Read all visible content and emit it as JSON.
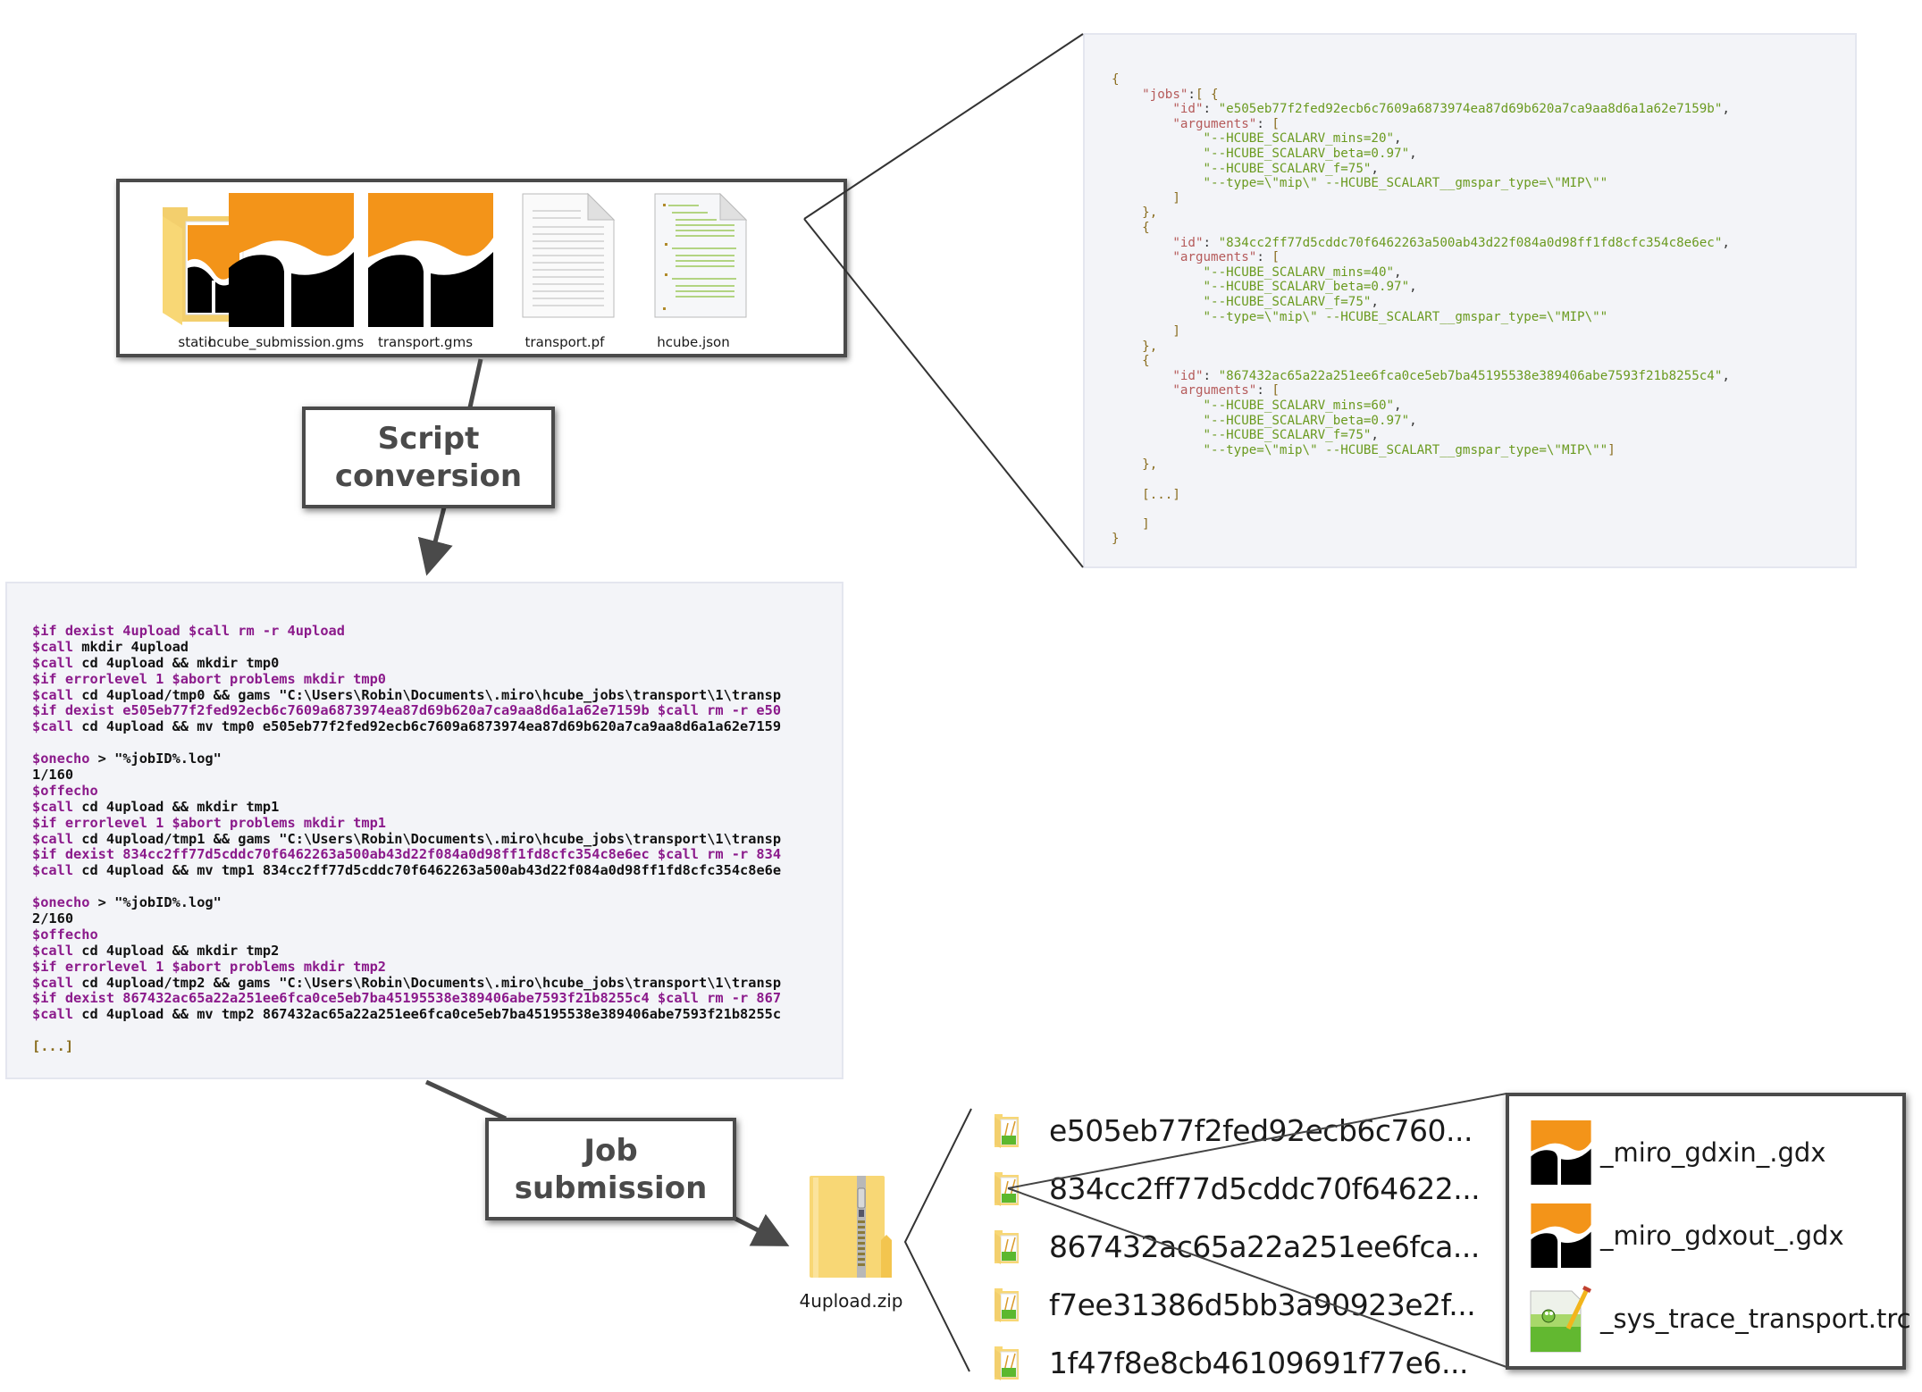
{
  "source_files": [
    {
      "name": "static",
      "icon": "folder-gams-icon"
    },
    {
      "name": "hcube_submission.gms",
      "icon": "gams-file-icon"
    },
    {
      "name": "transport.gms",
      "icon": "gams-file-icon"
    },
    {
      "name": "transport.pf",
      "icon": "text-file-icon"
    },
    {
      "name": "hcube.json",
      "icon": "json-file-icon"
    }
  ],
  "steps": {
    "script_conversion": [
      "Script",
      "conversion"
    ],
    "job_submission": [
      "Job",
      "submission"
    ]
  },
  "hcube_json": {
    "jobs": [
      {
        "id": "e505eb77f2fed92ecb6c7609a6873974ea87d69b620a7ca9aa8d6a1a62e7159b",
        "arguments": [
          "--HCUBE_SCALARV_mins=20",
          "--HCUBE_SCALARV_beta=0.97",
          "--HCUBE_SCALARV_f=75",
          "--type=\\\"mip\\\" --HCUBE_SCALART__gmspar_type=\\\"MIP\\\""
        ]
      },
      {
        "id": "834cc2ff77d5cddc70f6462263a500ab43d22f084a0d98ff1fd8cfc354c8e6ec",
        "arguments": [
          "--HCUBE_SCALARV_mins=40",
          "--HCUBE_SCALARV_beta=0.97",
          "--HCUBE_SCALARV_f=75",
          "--type=\\\"mip\\\" --HCUBE_SCALART__gmspar_type=\\\"MIP\\\""
        ]
      },
      {
        "id": "867432ac65a22a251ee6fca0ce5eb7ba45195538e389406abe7593f21b8255c4",
        "arguments": [
          "--HCUBE_SCALARV_mins=60",
          "--HCUBE_SCALARV_beta=0.97",
          "--HCUBE_SCALARV_f=75",
          "--type=\\\"mip\\\" --HCUBE_SCALART__gmspar_type=\\\"MIP\\\""
        ]
      }
    ],
    "ellipsis": "[...]"
  },
  "script_lines": [
    {
      "kw": "$if dexist 4upload $call rm -r 4upload",
      "txt": "",
      "style": "kw"
    },
    {
      "kw": "$call",
      "txt": " mkdir 4upload"
    },
    {
      "kw": "$call",
      "txt": " cd 4upload && mkdir tmp0"
    },
    {
      "kw": "$if errorlevel 1 $abort problems mkdir tmp0",
      "txt": ""
    },
    {
      "kw": "$call",
      "txt": " cd 4upload/tmp0 && gams \"C:\\Users\\Robin\\Documents\\.miro\\hcube_jobs\\transport\\1\\transp"
    },
    {
      "kw": "$if dexist e505eb77f2fed92ecb6c7609a6873974ea87d69b620a7ca9aa8d6a1a62e7159b $call rm -r e50",
      "txt": ""
    },
    {
      "kw": "$call",
      "txt": " cd 4upload && mv tmp0 e505eb77f2fed92ecb6c7609a6873974ea87d69b620a7ca9aa8d6a1a62e7159"
    },
    {
      "kw": "",
      "txt": ""
    },
    {
      "kw": "$onecho",
      "txt": " > \"%jobID%.log\""
    },
    {
      "kw": "",
      "txt": "1/160"
    },
    {
      "kw": "$offecho",
      "txt": ""
    },
    {
      "kw": "$call",
      "txt": " cd 4upload && mkdir tmp1"
    },
    {
      "kw": "$if errorlevel 1 $abort problems mkdir tmp1",
      "txt": ""
    },
    {
      "kw": "$call",
      "txt": " cd 4upload/tmp1 && gams \"C:\\Users\\Robin\\Documents\\.miro\\hcube_jobs\\transport\\1\\transp"
    },
    {
      "kw": "$if dexist 834cc2ff77d5cddc70f6462263a500ab43d22f084a0d98ff1fd8cfc354c8e6ec $call rm -r 834",
      "txt": ""
    },
    {
      "kw": "$call",
      "txt": " cd 4upload && mv tmp1 834cc2ff77d5cddc70f6462263a500ab43d22f084a0d98ff1fd8cfc354c8e6e"
    },
    {
      "kw": "",
      "txt": ""
    },
    {
      "kw": "$onecho",
      "txt": " > \"%jobID%.log\""
    },
    {
      "kw": "",
      "txt": "2/160"
    },
    {
      "kw": "$offecho",
      "txt": ""
    },
    {
      "kw": "$call",
      "txt": " cd 4upload && mkdir tmp2"
    },
    {
      "kw": "$if errorlevel 1 $abort problems mkdir tmp2",
      "txt": ""
    },
    {
      "kw": "$call",
      "txt": " cd 4upload/tmp2 && gams \"C:\\Users\\Robin\\Documents\\.miro\\hcube_jobs\\transport\\1\\transp"
    },
    {
      "kw": "$if dexist 867432ac65a22a251ee6fca0ce5eb7ba45195538e389406abe7593f21b8255c4 $call rm -r 867",
      "txt": ""
    },
    {
      "kw": "$call",
      "txt": " cd 4upload && mv tmp2 867432ac65a22a251ee6fca0ce5eb7ba45195538e389406abe7593f21b8255c"
    },
    {
      "kw": "",
      "txt": ""
    },
    {
      "ell": "[...]"
    }
  ],
  "archive": {
    "name": "4upload.zip",
    "icon": "zip-folder-icon"
  },
  "job_folders": [
    "e505eb77f2fed92ecb6c760...",
    "834cc2ff77d5cddc70f64622...",
    "867432ac65a22a251ee6fca...",
    "f7ee31386d5bb3a90923e2f...",
    "1f47f8e8cb46109691f77e6..."
  ],
  "job_result_files": [
    {
      "name": "_miro_gdxin_.gdx",
      "icon": "gams-file-icon"
    },
    {
      "name": "_miro_gdxout_.gdx",
      "icon": "gams-file-icon"
    },
    {
      "name": "_sys_trace_transport.trc",
      "icon": "notepad-file-icon"
    }
  ],
  "colors": {
    "gams_orange": "#f39419",
    "gams_black": "#000000",
    "folder_yellow": "#f8d775",
    "label_text": "#4a4a4a",
    "code_keyword": "#8b1a8b",
    "json_string": "#6a9a1f",
    "json_key": "#b55a5a"
  }
}
